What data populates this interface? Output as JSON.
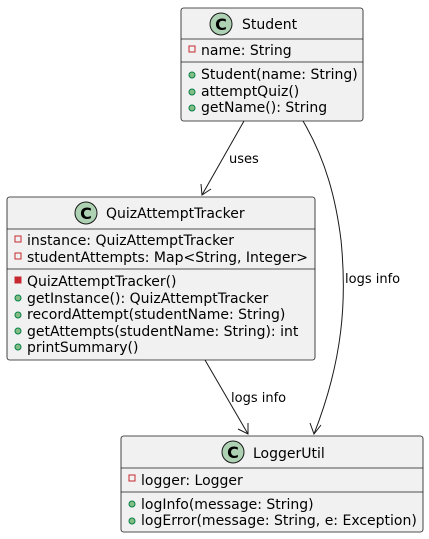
{
  "colors": {
    "class_fill": "#f1f1f1",
    "border": "#181818",
    "class_icon": "#add1b2",
    "private_marker": "#c82930",
    "public_marker": "#84be84"
  },
  "classes": {
    "student": {
      "icon": "C",
      "name": "Student",
      "attributes": [
        {
          "visibility": "private",
          "text": "name: String"
        }
      ],
      "methods": [
        {
          "visibility": "public",
          "text": "Student(name: String)"
        },
        {
          "visibility": "public",
          "text": "attemptQuiz()"
        },
        {
          "visibility": "public",
          "text": "getName(): String"
        }
      ]
    },
    "tracker": {
      "icon": "C",
      "name": "QuizAttemptTracker",
      "attributes": [
        {
          "visibility": "private",
          "text": "instance: QuizAttemptTracker"
        },
        {
          "visibility": "private",
          "text": "studentAttempts: Map<String, Integer>"
        }
      ],
      "methods": [
        {
          "visibility": "private",
          "text": "QuizAttemptTracker()"
        },
        {
          "visibility": "public",
          "text": "getInstance(): QuizAttemptTracker"
        },
        {
          "visibility": "public",
          "text": "recordAttempt(studentName: String)"
        },
        {
          "visibility": "public",
          "text": "getAttempts(studentName: String): int"
        },
        {
          "visibility": "public",
          "text": "printSummary()"
        }
      ]
    },
    "logger": {
      "icon": "C",
      "name": "LoggerUtil",
      "attributes": [
        {
          "visibility": "private",
          "text": "logger: Logger"
        }
      ],
      "methods": [
        {
          "visibility": "public",
          "text": "logInfo(message: String)"
        },
        {
          "visibility": "public",
          "text": "logError(message: String, e: Exception)"
        }
      ]
    }
  },
  "relations": [
    {
      "from": "Student",
      "to": "QuizAttemptTracker",
      "label": "uses"
    },
    {
      "from": "Student",
      "to": "LoggerUtil",
      "label": "logs info"
    },
    {
      "from": "QuizAttemptTracker",
      "to": "LoggerUtil",
      "label": "logs info"
    }
  ]
}
